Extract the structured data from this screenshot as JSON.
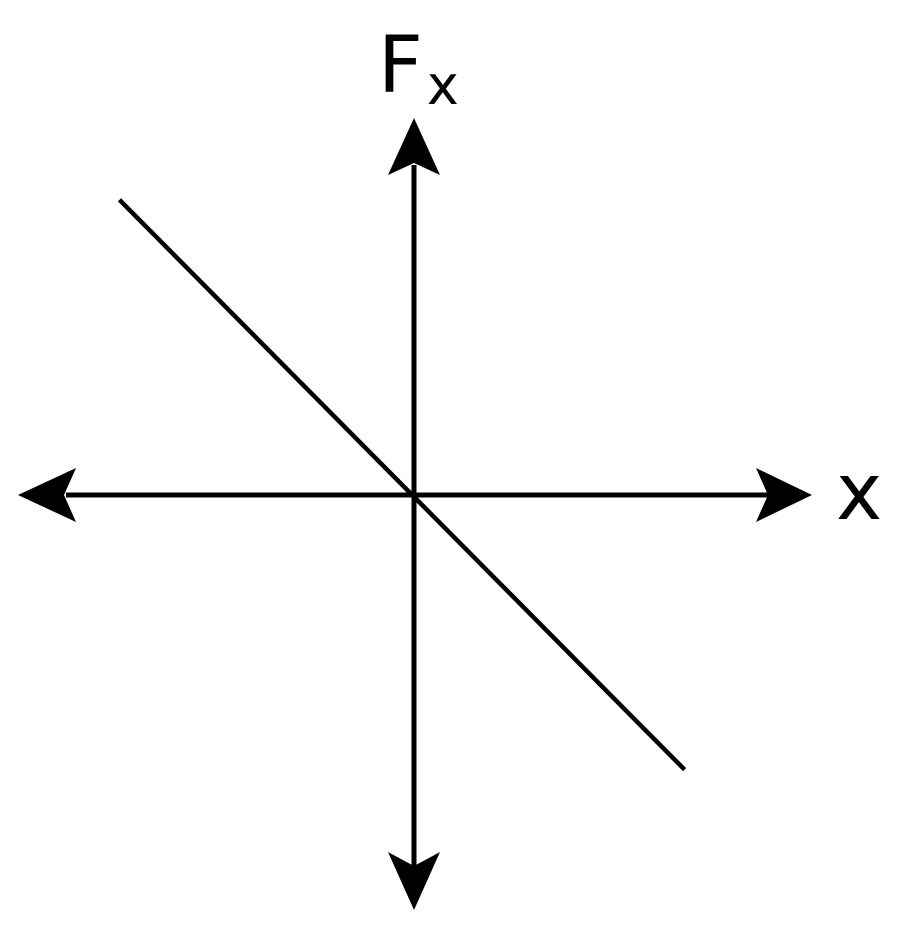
{
  "chart_data": {
    "type": "line",
    "title": "",
    "xlabel": "x",
    "ylabel": {
      "main": "F",
      "subscript": "x"
    },
    "xlim": [
      -1,
      1
    ],
    "ylim": [
      -1,
      1
    ],
    "grid": false,
    "legend": "none",
    "axes_style": "centered-arrows",
    "series": [
      {
        "x": [
          -0.74,
          0.68
        ],
        "y": [
          0.72,
          -0.67
        ]
      }
    ],
    "colors": {
      "line": "#000000",
      "axis": "#000000",
      "background": "#ffffff"
    }
  }
}
